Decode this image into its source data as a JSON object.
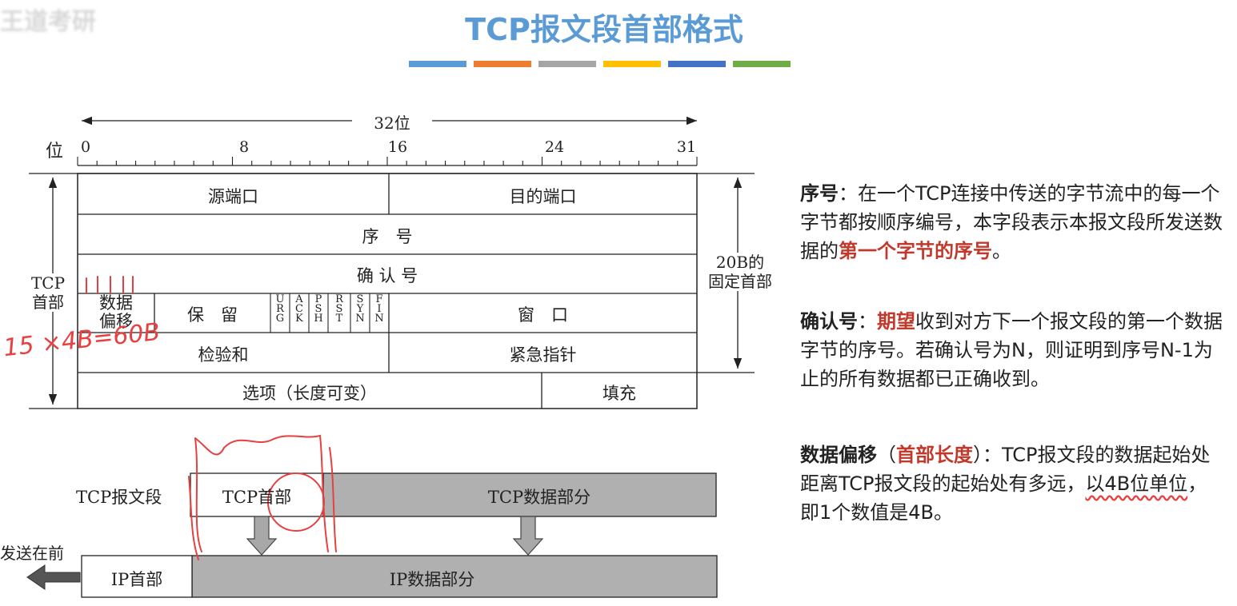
{
  "header": {
    "title": "TCP报文段首部格式",
    "watermark": "王道考研",
    "color_bars": [
      "#5b9bd5",
      "#ed7d31",
      "#a5a5a5",
      "#ffc000",
      "#4472c4",
      "#70ad47"
    ]
  },
  "diagram": {
    "bits_label": "32位",
    "bit_axis_label": "位",
    "bit_ticks": [
      "0",
      "8",
      "16",
      "24",
      "31"
    ],
    "tcp_header_label": [
      "TCP",
      "首部"
    ],
    "fixed_header_label": [
      "20B的",
      "固定首部"
    ],
    "fields": {
      "src_port": "源端口",
      "dst_port": "目的端口",
      "seq": "序　号",
      "ack": "确 认 号",
      "data_offset": [
        "数据",
        "偏移"
      ],
      "reserved": "保　留",
      "flags": [
        "URG",
        "ACK",
        "PSH",
        "RST",
        "SYN",
        "FIN"
      ],
      "window": "窗　口",
      "checksum": "检验和",
      "urgent_ptr": "紧急指针",
      "options": "选项（长度可变）",
      "padding": "填充"
    },
    "segment": {
      "tcp_segment_label": "TCP报文段",
      "tcp_header": "TCP首部",
      "tcp_data": "TCP数据部分",
      "ip_header": "IP首部",
      "ip_data": "IP数据部分",
      "send_first": "发送在前"
    },
    "handwriting": {
      "offset_note": "15 ×4B=60B",
      "tally": "1111"
    }
  },
  "notes": {
    "seq": {
      "term": "序号",
      "colon": "：",
      "text1": "在一个TCP连接中传送的字节流中的每一个字节都按顺序编号，本字段表示本报文段所发送数据的",
      "highlight": "第一个字节的序号",
      "end": "。"
    },
    "ack": {
      "term": "确认号",
      "colon": "：",
      "highlight": "期望",
      "text1": "收到对方下一个报文段的第一个数据字节的序号。若确认号为N，则证明到序号N-1为止的所有数据都已正确收到。"
    },
    "offset": {
      "term": "数据偏移",
      "paren_open": "（",
      "highlight": "首部长度",
      "paren_close": "）",
      "colon": "：",
      "text1": "TCP报文段的数据起始处距离TCP报文段的起始处有多远，",
      "underlined": "以4B位单位",
      "text2": "，即1个数值是4B。"
    }
  }
}
